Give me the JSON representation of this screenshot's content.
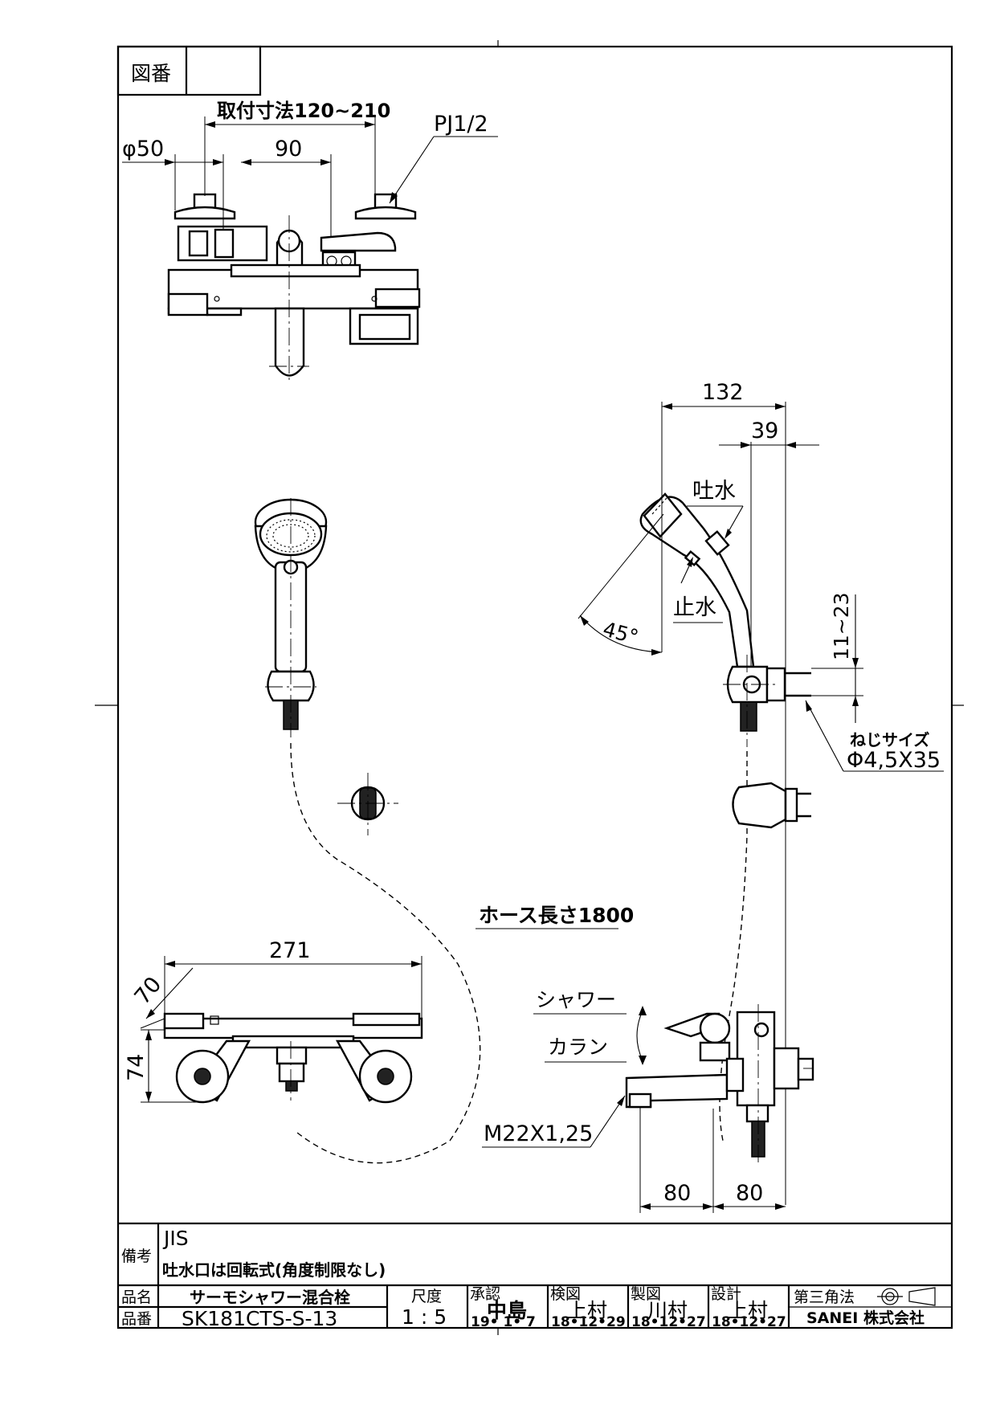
{
  "drawing_no_label": "図番",
  "drawing_no_value": "",
  "dimensions": {
    "mount_pitch": "取付寸法120~210",
    "pj": "PJ1/2",
    "phi50": "φ50",
    "d90": "90",
    "d132": "132",
    "d39": "39",
    "tosui": "吐水",
    "shisui": "止水",
    "angle45": "45°",
    "d11_23": "11~23",
    "screw_label": "ねじサイズ",
    "screw_size": "Φ4,5X35",
    "hose_length": "ホース長さ1800",
    "d271": "271",
    "d70": "70",
    "d74": "74",
    "shower": "シャワー",
    "karan": "カラン",
    "m22": "M22X1,25",
    "d80a": "80",
    "d80b": "80"
  },
  "title_block": {
    "biko_label": "備考",
    "biko_line1": "JIS",
    "biko_line2": "吐水口は回転式(角度制限なし)",
    "hinmei_label": "品名",
    "hinmei_value": "サーモシャワー混合栓",
    "hinban_label": "品番",
    "hinban_value": "SK181CTS-S-13",
    "scale_label": "尺度",
    "scale_value": "1 : 5",
    "approve_label": "承認",
    "approve_name": "中島",
    "approve_date": "19• 1• 7",
    "check_label": "検図",
    "check_name": "上村",
    "check_date": "18•12•29",
    "draft_label": "製図",
    "draft_name": "川村",
    "draft_date": "18•12•27",
    "design_label": "設計",
    "design_name": "上村",
    "design_date": "18•12•27",
    "projection_label": "第三角法",
    "company": "SANEI 株式会社"
  }
}
